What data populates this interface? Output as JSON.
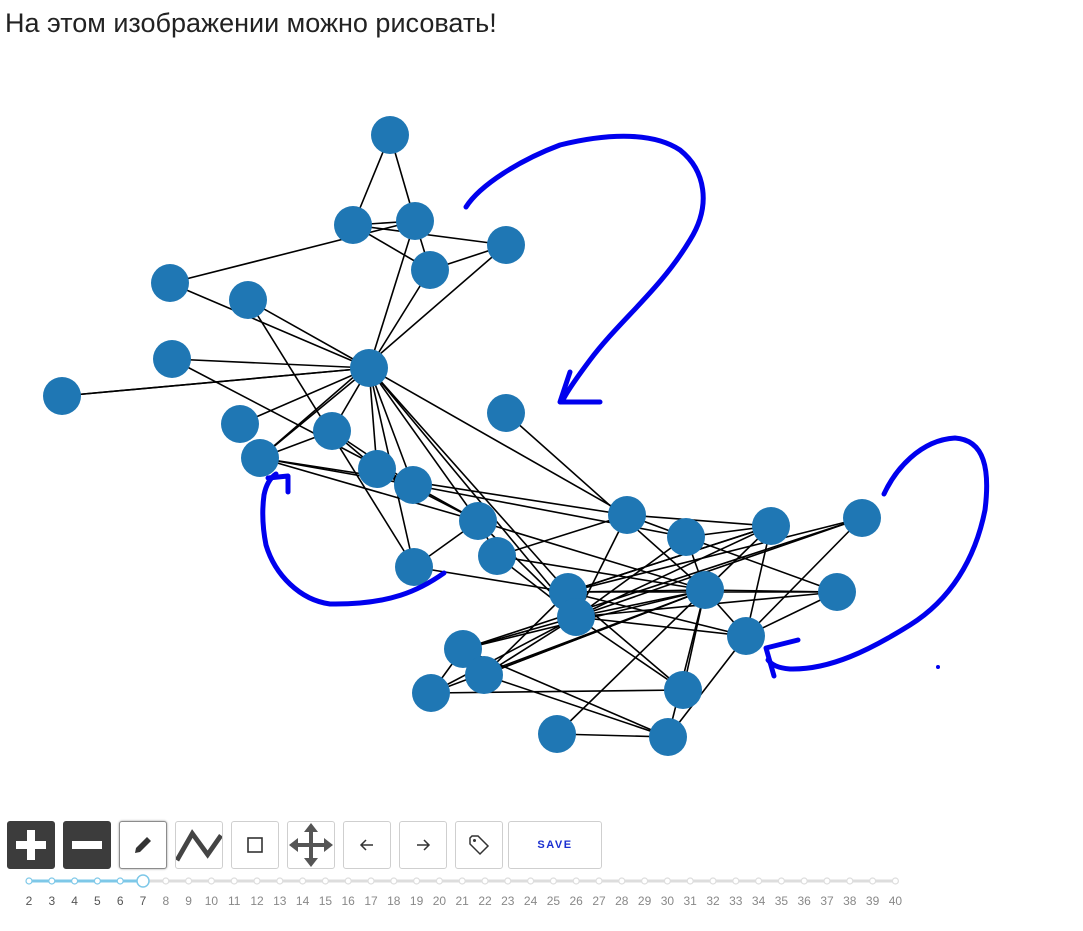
{
  "page": {
    "title": "На этом изображении можно рисовать!"
  },
  "colors": {
    "node": "#1f77b4",
    "edge": "#000000",
    "annotation": "#0000ee",
    "slider_active": "#7ec8e8",
    "slider_inactive": "#dddddd"
  },
  "graph": {
    "nodes": [
      {
        "id": "n1"
      },
      {
        "id": "n2"
      },
      {
        "id": "n3"
      },
      {
        "id": "n4"
      },
      {
        "id": "n5"
      },
      {
        "id": "n6"
      },
      {
        "id": "n7"
      },
      {
        "id": "n8"
      },
      {
        "id": "n9"
      },
      {
        "id": "n10"
      },
      {
        "id": "n11"
      },
      {
        "id": "n12"
      },
      {
        "id": "n13"
      },
      {
        "id": "n14"
      },
      {
        "id": "n15"
      },
      {
        "id": "n16"
      },
      {
        "id": "n17"
      },
      {
        "id": "n18"
      },
      {
        "id": "n19"
      },
      {
        "id": "n20"
      },
      {
        "id": "n21"
      },
      {
        "id": "n22"
      },
      {
        "id": "n23"
      },
      {
        "id": "n24"
      },
      {
        "id": "n25"
      },
      {
        "id": "n26"
      },
      {
        "id": "n27"
      },
      {
        "id": "n28"
      },
      {
        "id": "n29"
      },
      {
        "id": "n30"
      },
      {
        "id": "n31"
      },
      {
        "id": "n32"
      },
      {
        "id": "n33"
      },
      {
        "id": "n34"
      }
    ],
    "edges": [
      [
        "n1",
        "n2"
      ],
      [
        "n1",
        "n3"
      ],
      [
        "n2",
        "n3"
      ],
      [
        "n2",
        "n4"
      ],
      [
        "n2",
        "n5"
      ],
      [
        "n3",
        "n5"
      ],
      [
        "n3",
        "n6"
      ],
      [
        "n4",
        "n5"
      ],
      [
        "n3",
        "n12"
      ],
      [
        "n5",
        "n12"
      ],
      [
        "n6",
        "n12"
      ],
      [
        "n7",
        "n12"
      ],
      [
        "n8",
        "n12"
      ],
      [
        "n9",
        "n12"
      ],
      [
        "n10",
        "n12"
      ],
      [
        "n4",
        "n14"
      ],
      [
        "n7",
        "n19"
      ],
      [
        "n8",
        "n16"
      ],
      [
        "n9",
        "n12"
      ],
      [
        "n12",
        "n13"
      ],
      [
        "n12",
        "n14"
      ],
      [
        "n12",
        "n15"
      ],
      [
        "n12",
        "n16"
      ],
      [
        "n12",
        "n17"
      ],
      [
        "n12",
        "n18"
      ],
      [
        "n12",
        "n19"
      ],
      [
        "n12",
        "n24"
      ],
      [
        "n12",
        "n25"
      ],
      [
        "n13",
        "n14"
      ],
      [
        "n13",
        "n15"
      ],
      [
        "n13",
        "n16"
      ],
      [
        "n14",
        "n16"
      ],
      [
        "n14",
        "n17"
      ],
      [
        "n14",
        "n18"
      ],
      [
        "n15",
        "n16"
      ],
      [
        "n15",
        "n17"
      ],
      [
        "n16",
        "n17"
      ],
      [
        "n16",
        "n21"
      ],
      [
        "n17",
        "n20"
      ],
      [
        "n17",
        "n25"
      ],
      [
        "n17",
        "n26"
      ],
      [
        "n11",
        "n26"
      ],
      [
        "n17",
        "n19"
      ],
      [
        "n18",
        "n20"
      ],
      [
        "n18",
        "n21"
      ],
      [
        "n18",
        "n25"
      ],
      [
        "n19",
        "n24"
      ],
      [
        "n20",
        "n25"
      ],
      [
        "n21",
        "n25"
      ],
      [
        "n21",
        "n26"
      ],
      [
        "n21",
        "n27"
      ],
      [
        "n21",
        "n22"
      ],
      [
        "n22",
        "n25"
      ],
      [
        "n22",
        "n26"
      ],
      [
        "n22",
        "n28"
      ],
      [
        "n22",
        "n24"
      ],
      [
        "n23",
        "n24"
      ],
      [
        "n23",
        "n25"
      ],
      [
        "n24",
        "n25"
      ],
      [
        "n24",
        "n26"
      ],
      [
        "n25",
        "n26"
      ],
      [
        "n25",
        "n27"
      ],
      [
        "n25",
        "n28"
      ],
      [
        "n25",
        "n29"
      ],
      [
        "n25",
        "n30"
      ],
      [
        "n25",
        "n31"
      ],
      [
        "n26",
        "n29"
      ],
      [
        "n26",
        "n30"
      ],
      [
        "n26",
        "n31"
      ],
      [
        "n26",
        "n32"
      ],
      [
        "n26",
        "n33"
      ],
      [
        "n26",
        "n34"
      ],
      [
        "n26",
        "n28"
      ],
      [
        "n27",
        "n24"
      ],
      [
        "n24",
        "n28"
      ],
      [
        "n24",
        "n32"
      ],
      [
        "n23",
        "n28"
      ],
      [
        "n23",
        "n29"
      ],
      [
        "n24",
        "n30"
      ],
      [
        "n24",
        "n22"
      ],
      [
        "n29",
        "n31"
      ],
      [
        "n28",
        "n34"
      ],
      [
        "n30",
        "n26"
      ],
      [
        "n25",
        "n32"
      ],
      [
        "n26",
        "n27"
      ],
      [
        "n18",
        "n22"
      ],
      [
        "n29",
        "n34"
      ],
      [
        "n31",
        "n32"
      ],
      [
        "n33",
        "n34"
      ],
      [
        "n27",
        "n28"
      ],
      [
        "n30",
        "n34"
      ],
      [
        "n20",
        "n26"
      ]
    ]
  },
  "toolbar": {
    "zoom_in_icon": "plus-icon",
    "zoom_out_icon": "minus-icon",
    "pencil_icon": "pencil-icon",
    "line_icon": "polyline-icon",
    "rect_icon": "square-icon",
    "move_icon": "move-arrows-icon",
    "undo_icon": "arrow-left-icon",
    "redo_icon": "arrow-right-icon",
    "tag_icon": "tag-icon",
    "save_label": "SAVE"
  },
  "slider": {
    "ticks": [
      "2",
      "3",
      "4",
      "5",
      "6",
      "7",
      "8",
      "9",
      "10",
      "11",
      "12",
      "13",
      "14",
      "15",
      "16",
      "17",
      "18",
      "19",
      "20",
      "21",
      "22",
      "23",
      "24",
      "25",
      "26",
      "27",
      "28",
      "29",
      "30",
      "31",
      "32",
      "33",
      "34",
      "35",
      "36",
      "37",
      "38",
      "39",
      "40"
    ],
    "current": "7"
  }
}
